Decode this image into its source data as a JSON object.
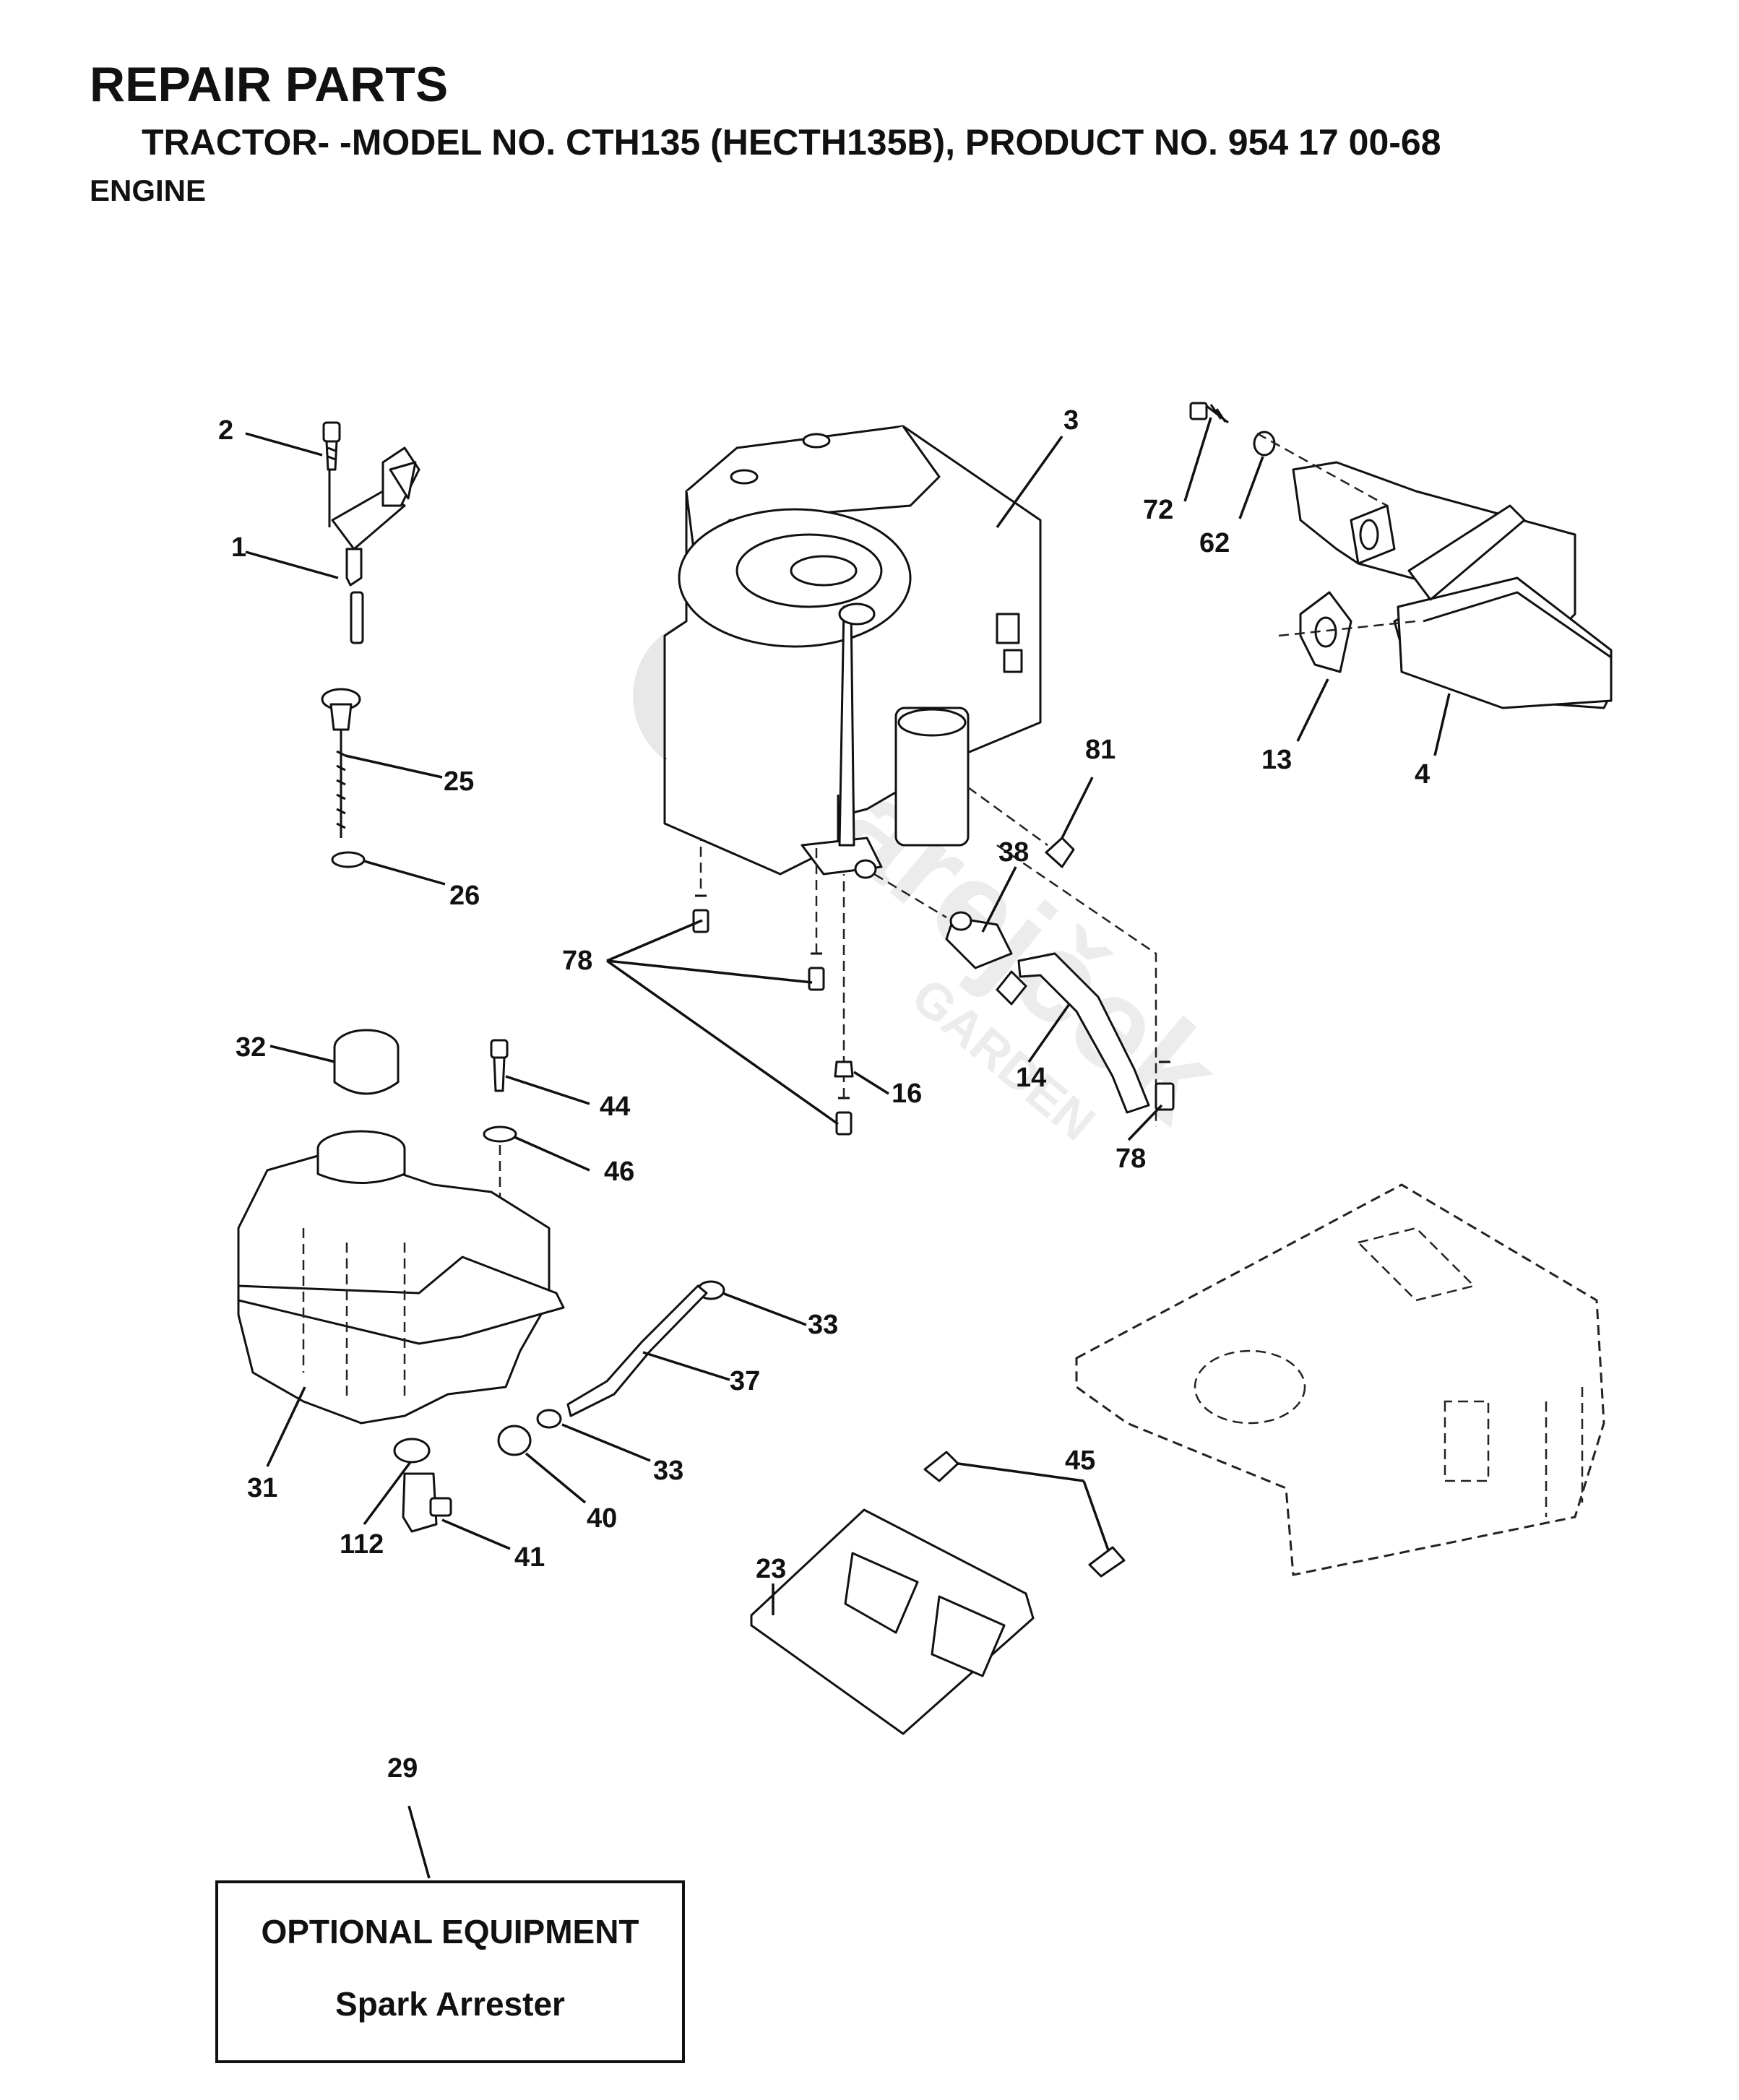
{
  "header": {
    "title": "REPAIR PARTS",
    "subtitle": "TRACTOR- -MODEL NO. CTH135 (HECTH135B), PRODUCT NO. 954 17 00-68",
    "section": "ENGINE"
  },
  "callouts": {
    "c1": "1",
    "c2": "2",
    "c3": "3",
    "c4": "4",
    "c13": "13",
    "c14": "14",
    "c16": "16",
    "c23": "23",
    "c25": "25",
    "c26": "26",
    "c29": "29",
    "c31": "31",
    "c32": "32",
    "c33a": "33",
    "c33b": "33",
    "c37": "37",
    "c38": "38",
    "c40": "40",
    "c41": "41",
    "c44": "44",
    "c45": "45",
    "c46": "46",
    "c62": "62",
    "c72": "72",
    "c78a": "78",
    "c78b": "78",
    "c81": "81",
    "c112": "112"
  },
  "optional": {
    "title": "OPTIONAL EQUIPMENT",
    "item": "Spark Arrester"
  },
  "watermark": {
    "brand": "Sarejček",
    "sub": "GARDEN"
  }
}
